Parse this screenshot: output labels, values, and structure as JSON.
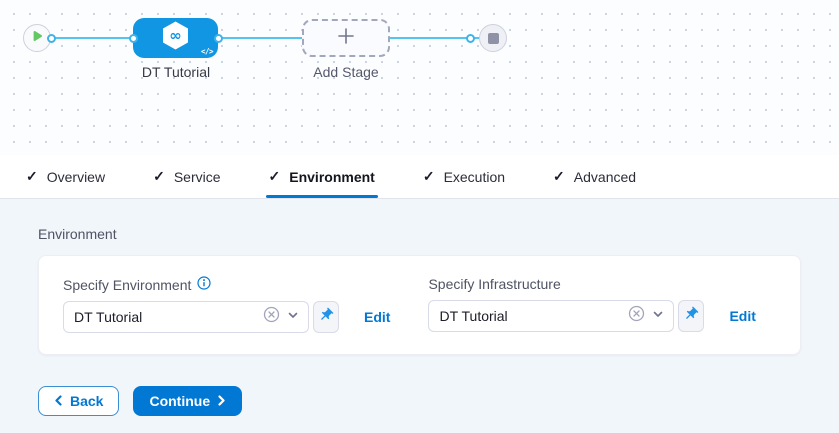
{
  "pipeline": {
    "stage_name": "DT Tutorial",
    "add_stage_label": "Add Stage"
  },
  "tabs": {
    "items": [
      {
        "label": "Overview"
      },
      {
        "label": "Service"
      },
      {
        "label": "Environment"
      },
      {
        "label": "Execution"
      },
      {
        "label": "Advanced"
      }
    ],
    "active": "Environment"
  },
  "environment": {
    "section_title": "Environment",
    "env_field": {
      "label": "Specify Environment",
      "value": "DT Tutorial",
      "edit_label": "Edit"
    },
    "infra_field": {
      "label": "Specify Infrastructure",
      "value": "DT Tutorial",
      "edit_label": "Edit"
    }
  },
  "footer": {
    "back_label": "Back",
    "continue_label": "Continue"
  },
  "colors": {
    "primary_blue": "#0278d5",
    "node_blue": "#1096e3",
    "connector_blue": "#53c3ef",
    "play_green": "#64c765",
    "stop_gray": "#8f92a6",
    "content_bg": "#f1f6fa"
  }
}
